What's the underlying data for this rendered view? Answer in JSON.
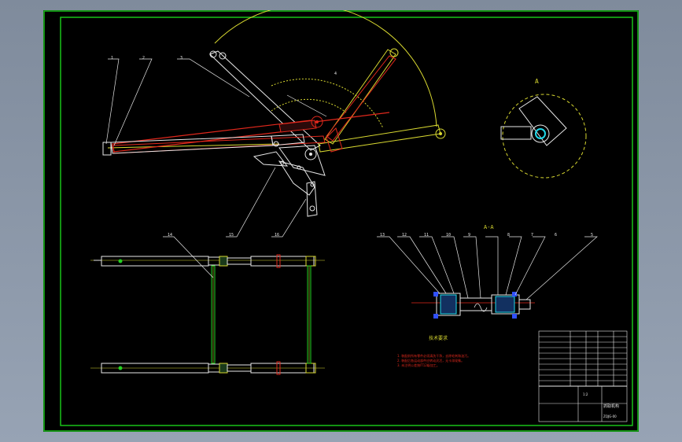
{
  "colors": {
    "frame": "#19c219",
    "part": "#e8e8e8",
    "red": "#e0281c",
    "yellow": "#d8d830",
    "cyan": "#20d8e8",
    "blue": "#3050ff",
    "green_part": "#22d022",
    "leader": "#e8e8e8"
  },
  "balloons": [
    "1",
    "2",
    "3",
    "4",
    "5",
    "6",
    "7",
    "8",
    "9",
    "10",
    "11",
    "12",
    "13",
    "14",
    "15",
    "16"
  ],
  "notes": {
    "tech_title": "技术要求",
    "lines": [
      "1. 装配前所有零件必须清洗干净，去除毛刺和油污。",
      "2. 装配后各运动部件应转动灵活，无卡滞现象。",
      "3. 未注明公差按IT12级加工。"
    ]
  },
  "views": {
    "detail_label": "A",
    "section_label": "A-A"
  },
  "title_block": {
    "name": "抓取机构",
    "drawing_no": "ZQJG-00",
    "scale": "1:2"
  }
}
